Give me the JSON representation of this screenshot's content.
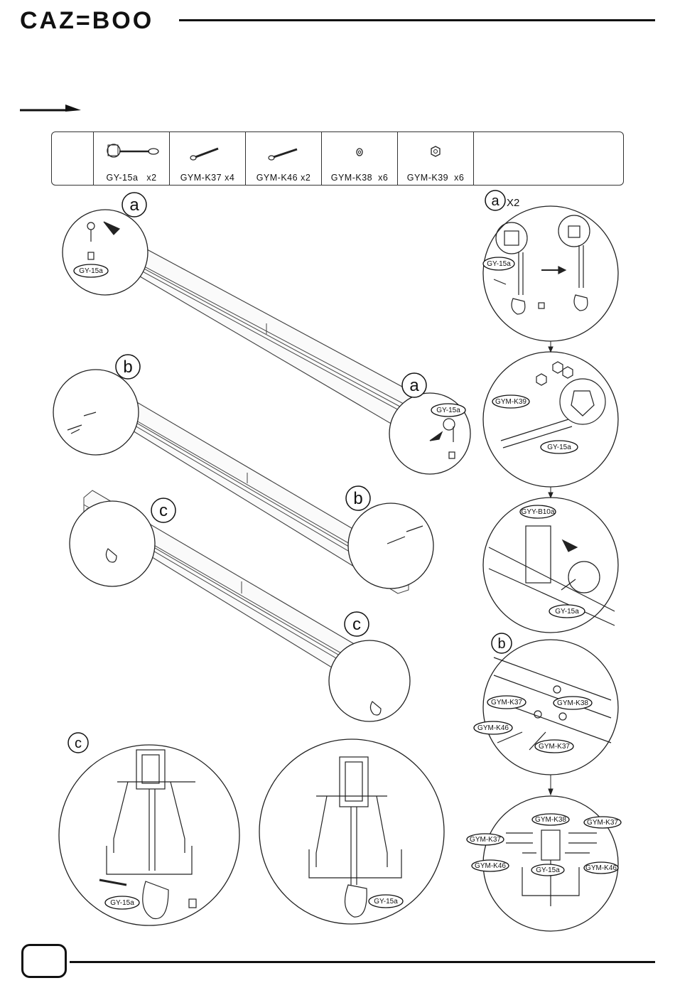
{
  "header": {
    "brand": "CAZ=BOO"
  },
  "parts": [
    {
      "code": "GY-15a",
      "qty": "x2",
      "icon": "bracket-rod-icon"
    },
    {
      "code": "GYM-K37",
      "qty": "x4",
      "icon": "bolt-icon"
    },
    {
      "code": "GYM-K46",
      "qty": "x2",
      "icon": "long-bolt-icon"
    },
    {
      "code": "GYM-K38",
      "qty": "x6",
      "icon": "washer-icon"
    },
    {
      "code": "GYM-K39",
      "qty": "x6",
      "icon": "nut-icon"
    }
  ],
  "steps": {
    "a": "a",
    "b": "b",
    "c": "c",
    "a_x2": "a",
    "x2": "X2"
  },
  "labels": {
    "gy15a": "GY-15a",
    "gymk39": "GYM-K39",
    "gyyb10a": "GYY-B10a",
    "gymk37": "GYM-K37",
    "gymk38": "GYM-K38",
    "gymk46": "GYM-K46"
  }
}
